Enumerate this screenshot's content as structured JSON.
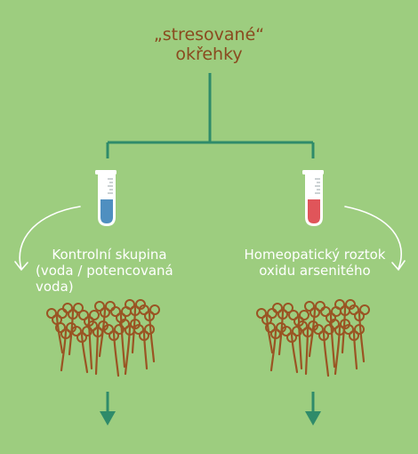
{
  "title": {
    "line1": "„stresované“",
    "line2": "okřehky"
  },
  "groups": [
    {
      "label_lines": [
        "Kontrolní skupina",
        "(voda / potencovaná",
        "voda)"
      ],
      "tube_color": "#4f8fc0"
    },
    {
      "label_lines": [
        "Homeopatický roztok",
        "oxidu arsenitého"
      ],
      "tube_color": "#e0555a"
    }
  ],
  "colors": {
    "background": "#9dcd7f",
    "connector": "#2f8b6a",
    "title_text": "#8a4a1f",
    "sprout": "#9a5423",
    "label_text": "#ffffff"
  }
}
